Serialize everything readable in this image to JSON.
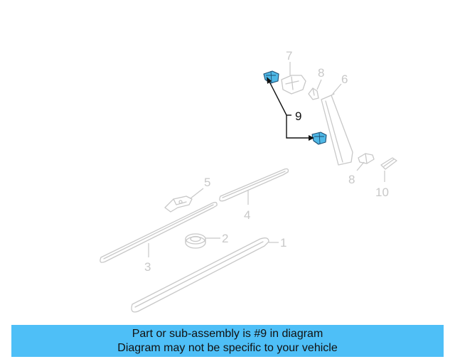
{
  "diagram": {
    "callouts": [
      "1",
      "2",
      "3",
      "4",
      "5",
      "6",
      "7",
      "8",
      "8",
      "9",
      "10"
    ],
    "highlighted_part": "9",
    "highlight_color": "#4fb8e6",
    "part_color": "#c8c8c8"
  },
  "banner": {
    "line1": "Part or sub-assembly is #9 in diagram",
    "line2": "Diagram may not be specific to your vehicle",
    "background": "#4ebff7"
  }
}
